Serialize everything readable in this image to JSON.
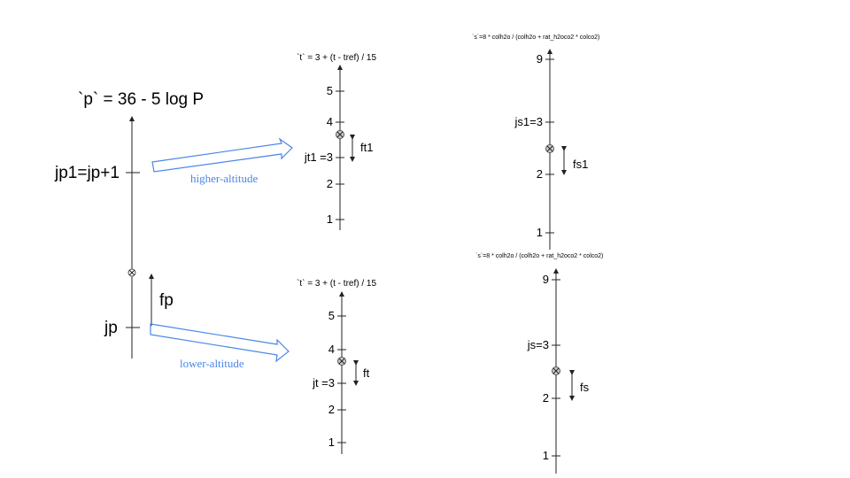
{
  "pressure": {
    "title": "`p` = 36 - 5 log P",
    "upper_label": "jp1=jp+1",
    "lower_label": "jp",
    "fraction_label": "fp"
  },
  "arrows": {
    "upper": "higher-altitude",
    "lower": "lower-altitude"
  },
  "temp_upper": {
    "title": "`t` = 3 + (t - tref) / 15",
    "ticks": [
      "5",
      "4",
      "jt1 =3",
      "2",
      "1"
    ],
    "fraction_label": "ft1"
  },
  "temp_lower": {
    "title": "`t` = 3 + (t - tref) / 15",
    "ticks": [
      "5",
      "4",
      "jt =3",
      "2",
      "1"
    ],
    "fraction_label": "ft"
  },
  "species_upper": {
    "title": "`s`=8 * colh2o / (colh2o + rat_h2oco2 * colco2)",
    "ticks": [
      "9",
      "js1=3",
      "2",
      "1"
    ],
    "fraction_label": "fs1"
  },
  "species_lower": {
    "title": "`s`=8 * colh2o / (colh2o + rat_h2oco2 * colco2)",
    "ticks": [
      "9",
      "js=3",
      "2",
      "1"
    ],
    "fraction_label": "fs"
  },
  "colors": {
    "accent": "#4a86e8",
    "line": "#222222"
  }
}
